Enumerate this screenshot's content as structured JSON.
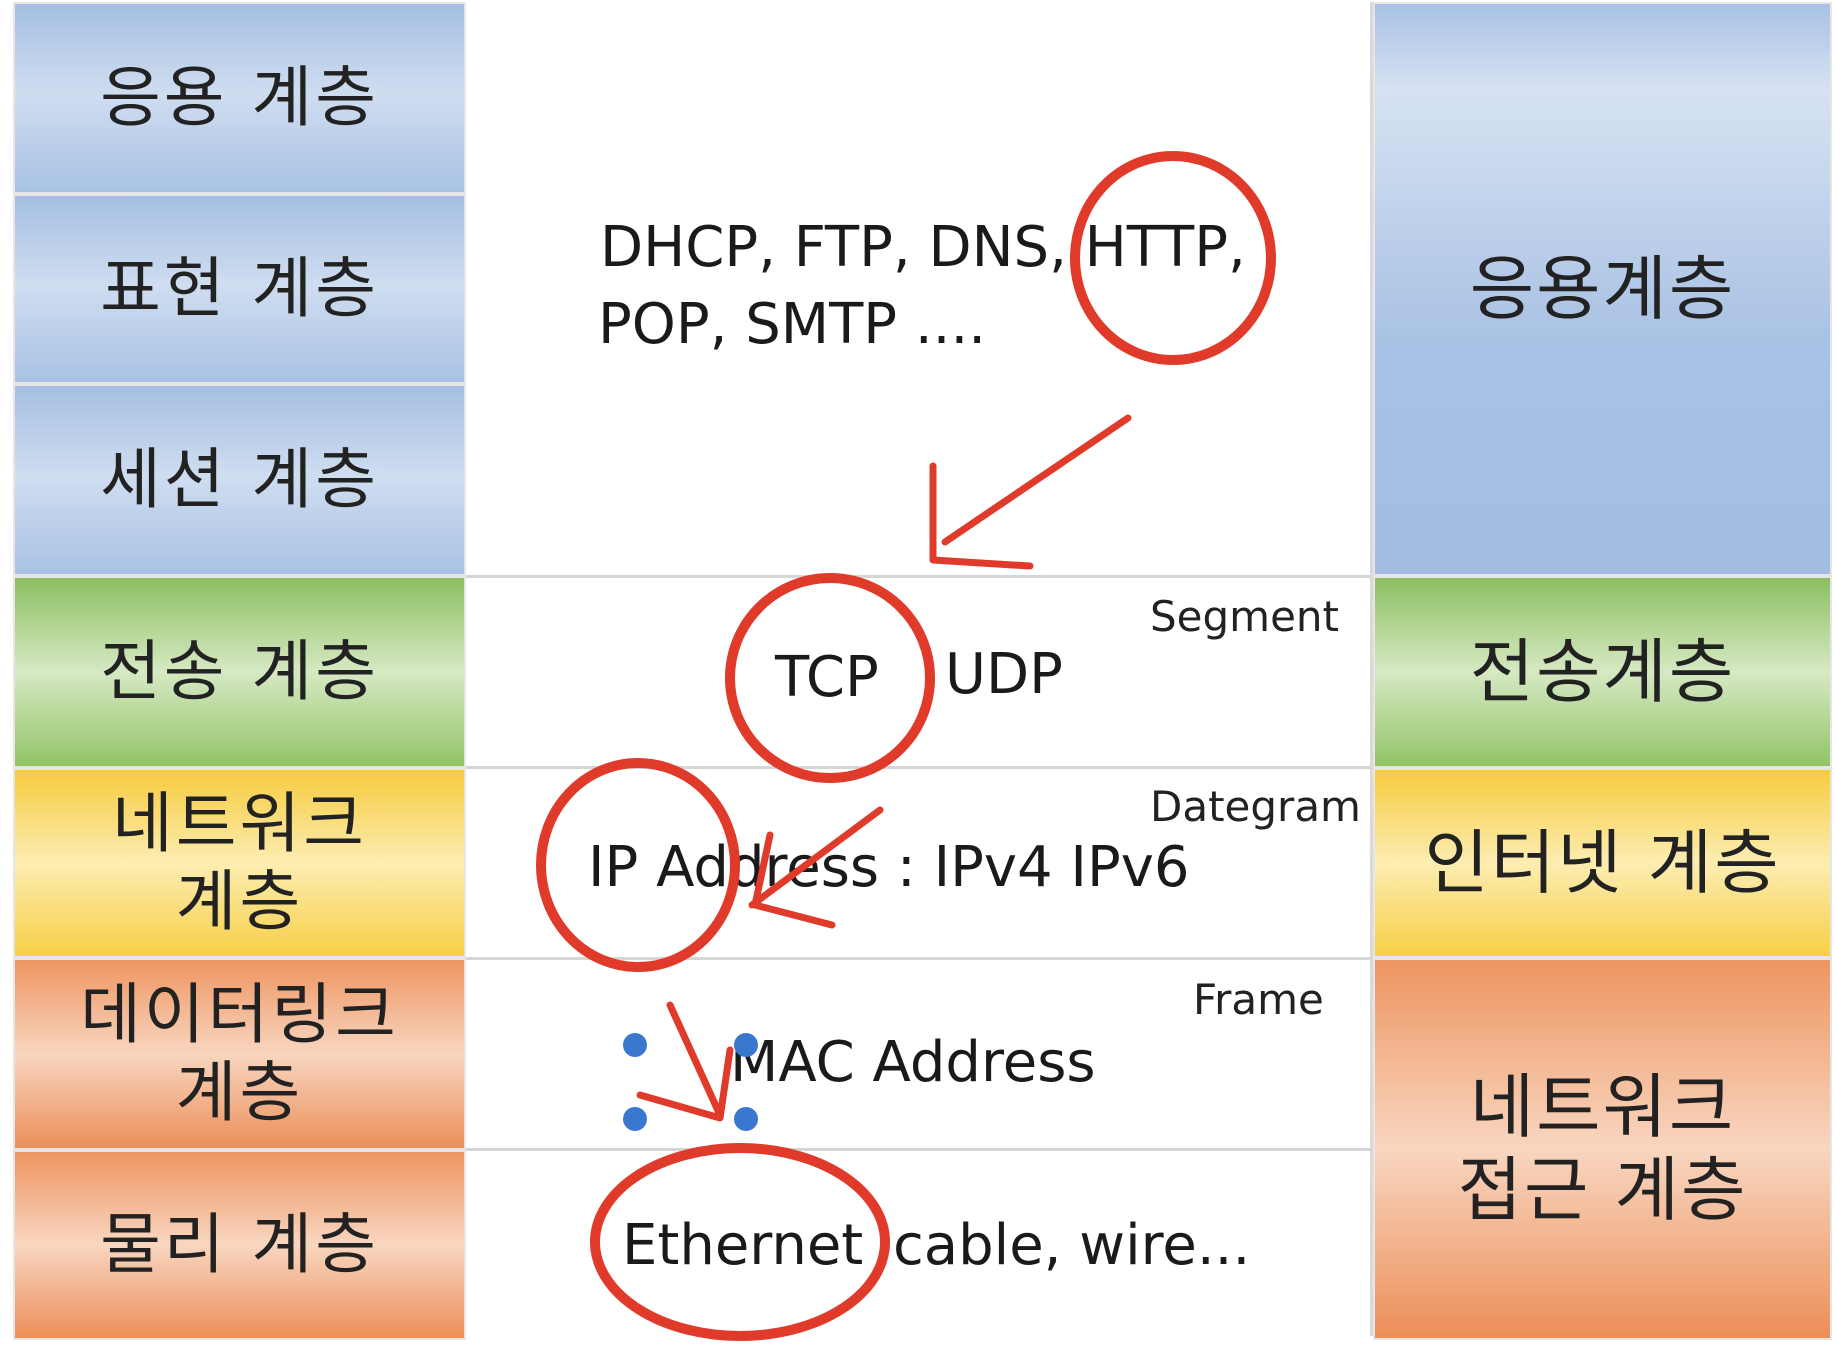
{
  "osi_layers": [
    {
      "label": "응용 계층",
      "color": "blue"
    },
    {
      "label": "표현 계층",
      "color": "blue"
    },
    {
      "label": "세션 계층",
      "color": "blue"
    },
    {
      "label": "전송 계층",
      "color": "green"
    },
    {
      "label": "네트워크\n계층",
      "color": "yellow"
    },
    {
      "label": "데이터링크\n계층",
      "color": "orange"
    },
    {
      "label": "물리 계층",
      "color": "orange"
    }
  ],
  "tcpip_layers": [
    {
      "label": "응용계층",
      "color": "blue"
    },
    {
      "label": "전송계층",
      "color": "green"
    },
    {
      "label": "인터넷 계층",
      "color": "yellow"
    },
    {
      "label": "네트워크\n접근 계층",
      "color": "orange"
    }
  ],
  "protocols": {
    "application_line1": "DHCP, FTP, DNS, HTTP,",
    "application_line2": "POP, SMTP ....",
    "transport_tcp": "TCP",
    "transport_udp": "UDP",
    "network": "IP  Address : IPv4   IPv6",
    "datalink": "MAC Address",
    "physical_ethernet": "Ethernet",
    "physical_rest": "cable,  wire..."
  },
  "pdu_labels": {
    "transport": "Segment",
    "network": "Dategram",
    "datalink": "Frame"
  },
  "annotation_color": "#e03a2a",
  "handle_color": "#3a78d0"
}
